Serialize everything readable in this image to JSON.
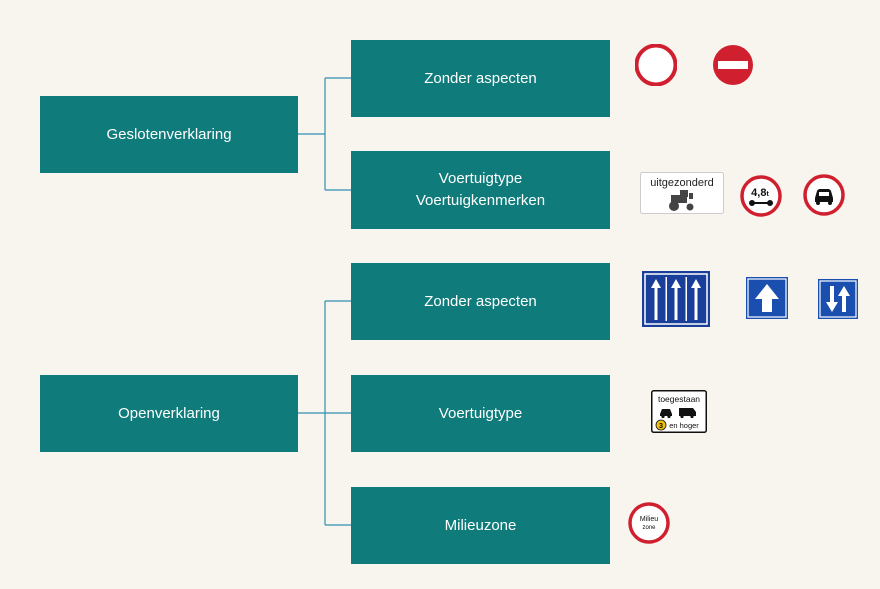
{
  "colors": {
    "background": "#f8f5ef",
    "box": "#0f7b7b",
    "connector": "#2e8fb0",
    "sign_red": "#d0202f",
    "sign_blue": "#1a4fb0"
  },
  "closed": {
    "root": "Geslotenverklaring",
    "branches": [
      {
        "lines": [
          "Zonder aspecten"
        ]
      },
      {
        "lines": [
          "Voertuigtype",
          "Voertuigkenmerken"
        ]
      }
    ]
  },
  "open": {
    "root": "Openverklaring",
    "branches": [
      {
        "lines": [
          "Zonder aspecten"
        ]
      },
      {
        "lines": [
          "Voertuigtype"
        ]
      },
      {
        "lines": [
          "Milieuzone"
        ]
      }
    ]
  },
  "signs": {
    "exception_text": "uitgezonderd",
    "axle_weight": "4,8",
    "axle_unit": "t",
    "permitted_text": "toegestaan",
    "class_number": "3",
    "class_text": "en hoger",
    "milieu_line1": "Milieu",
    "milieu_line2": "zone"
  }
}
